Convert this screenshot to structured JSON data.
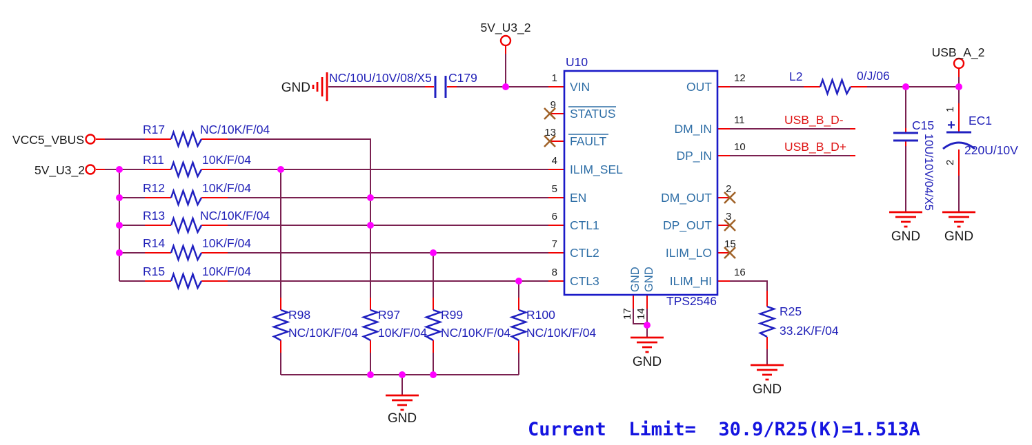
{
  "nets": {
    "vcc5_vbus": "VCC5_VBUS",
    "v5_u3_2": "5V_U3_2",
    "usb_a_2": "USB_A_2",
    "usb_b_dm": "USB_B_D-",
    "usb_b_dp": "USB_B_D+",
    "gnd": "GND"
  },
  "ic": {
    "ref": "U10",
    "part": "TPS2546",
    "pins": {
      "vin": {
        "num": "1",
        "name": "VIN"
      },
      "status": {
        "num": "9",
        "name": "STATUS"
      },
      "fault": {
        "num": "13",
        "name": "FAULT"
      },
      "ilim_sel": {
        "num": "4",
        "name": "ILIM_SEL"
      },
      "en": {
        "num": "5",
        "name": "EN"
      },
      "ctl1": {
        "num": "6",
        "name": "CTL1"
      },
      "ctl2": {
        "num": "7",
        "name": "CTL2"
      },
      "ctl3": {
        "num": "8",
        "name": "CTL3"
      },
      "out": {
        "num": "12",
        "name": "OUT"
      },
      "dm_in": {
        "num": "11",
        "name": "DM_IN"
      },
      "dp_in": {
        "num": "10",
        "name": "DP_IN"
      },
      "dm_out": {
        "num": "2",
        "name": "DM_OUT"
      },
      "dp_out": {
        "num": "3",
        "name": "DP_OUT"
      },
      "ilim_lo": {
        "num": "15",
        "name": "ILIM_LO"
      },
      "ilim_hi": {
        "num": "16",
        "name": "ILIM_HI"
      },
      "gnd_a": {
        "num": "17",
        "name": "GND"
      },
      "gnd_b": {
        "num": "14",
        "name": "GND"
      }
    }
  },
  "components": {
    "r17": {
      "ref": "R17",
      "value": "NC/10K/F/04"
    },
    "r11": {
      "ref": "R11",
      "value": "10K/F/04"
    },
    "r12": {
      "ref": "R12",
      "value": "10K/F/04"
    },
    "r13": {
      "ref": "R13",
      "value": "NC/10K/F/04"
    },
    "r14": {
      "ref": "R14",
      "value": "10K/F/04"
    },
    "r15": {
      "ref": "R15",
      "value": "10K/F/04"
    },
    "r98": {
      "ref": "R98",
      "value": "NC/10K/F/04"
    },
    "r97": {
      "ref": "R97",
      "value": "10K/F/04"
    },
    "r99": {
      "ref": "R99",
      "value": "NC/10K/F/04"
    },
    "r100": {
      "ref": "R100",
      "value": "NC/10K/F/04"
    },
    "r25": {
      "ref": "R25",
      "value": "33.2K/F/04"
    },
    "l2": {
      "ref": "L2",
      "value": "0/J/06"
    },
    "c179": {
      "ref": "C179",
      "value": "NC/10U/10V/08/X5"
    },
    "c15": {
      "ref": "C15",
      "value": "10U/10V/04/X5"
    },
    "ec1": {
      "ref": "EC1",
      "value": "220U/10V",
      "plus": "+",
      "pin1": "1",
      "pin2": "2"
    }
  },
  "note": "Current  Limit=  30.9/R25(K)=1.513A",
  "colors": {
    "wire": "#7a2050",
    "pin_red": "#f00000",
    "junction": "#ff00ff",
    "ic_outline": "#1a1ac8",
    "pin_name_blue": "#2e6ea6",
    "component_blue": "#2121b8",
    "no_connect_brown": "#a06228",
    "usb_label_red": "#de1212",
    "note_blue": "#1414e0"
  }
}
